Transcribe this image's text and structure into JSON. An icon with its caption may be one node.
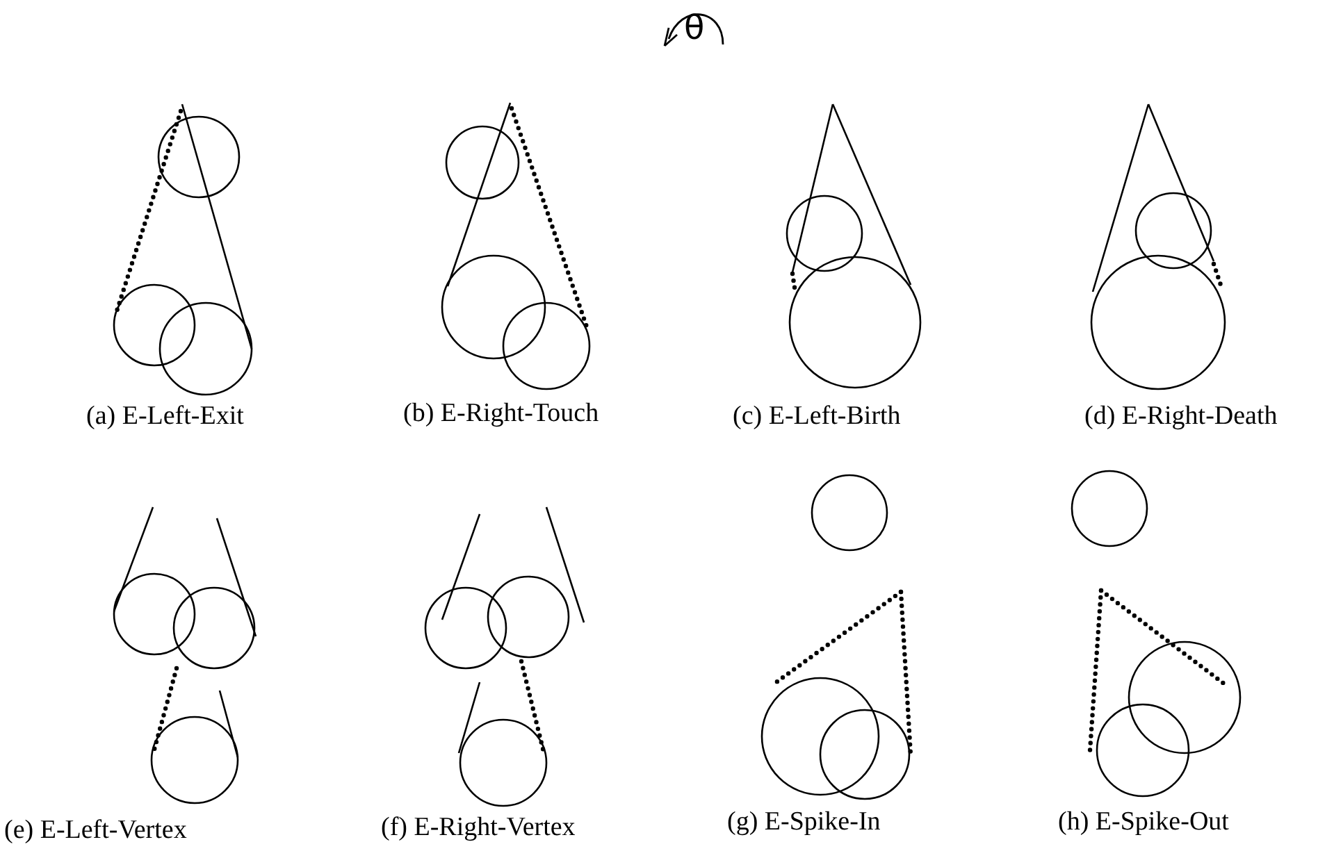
{
  "diagram": {
    "labels": [
      "θ",
      "(a) E-Left-Exit",
      "(b) E-Right-Touch",
      "(c) E-Left-Birth",
      "(d) E-Right-Death",
      "(e) E-Left-Vertex",
      "(f) E-Right-Vertex",
      "(g) E-Spike-In",
      "(h) E-Spike-Out"
    ]
  }
}
